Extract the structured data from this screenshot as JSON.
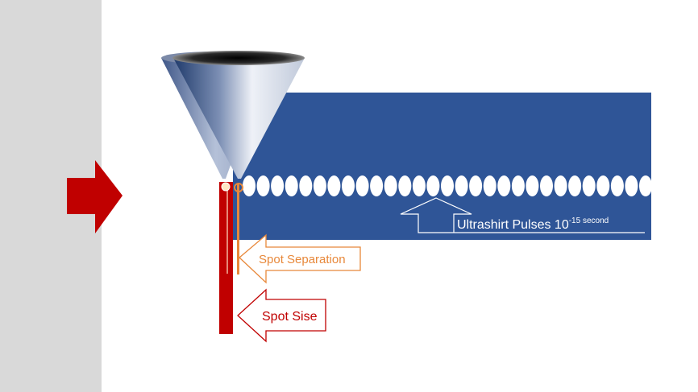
{
  "labels": {
    "pulses_main": "Ultrashirt Pulses 10",
    "pulses_exponent": "-15",
    "pulses_unit": " second",
    "spot_separation": "Spot Separation",
    "spot_size": "Spot Sise"
  },
  "pulse_count": 29,
  "colors": {
    "sidebar": "#d9d9d9",
    "band": "#2f5597",
    "pulse": "#ffffff",
    "red_accent": "#c00000",
    "orange_accent": "#e8883a"
  },
  "icons": [
    "arrow-right-icon",
    "cone-icon",
    "arrow-left-icon",
    "arrow-up-icon"
  ]
}
